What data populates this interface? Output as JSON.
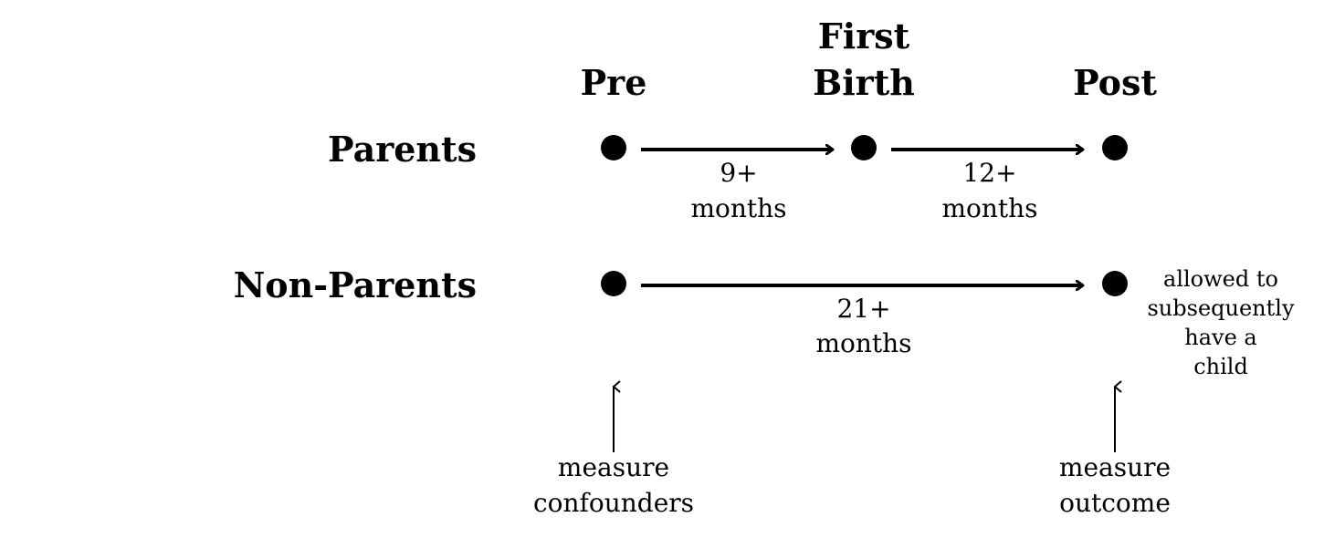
{
  "columns": {
    "pre": "Pre",
    "first_birth_line1": "First",
    "first_birth_line2": "Birth",
    "post": "Post"
  },
  "rows": {
    "parents": "Parents",
    "non_parents": "Non-Parents"
  },
  "durations": {
    "parents_pre_birth": [
      "9+",
      "months"
    ],
    "parents_birth_post": [
      "12+",
      "months"
    ],
    "non_parents_pre_post": [
      "21+",
      "months"
    ]
  },
  "note": [
    "allowed to",
    "subsequently",
    "have a",
    "child"
  ],
  "measures": {
    "pre": [
      "measure",
      "confounders"
    ],
    "post": [
      "measure",
      "outcome"
    ]
  }
}
